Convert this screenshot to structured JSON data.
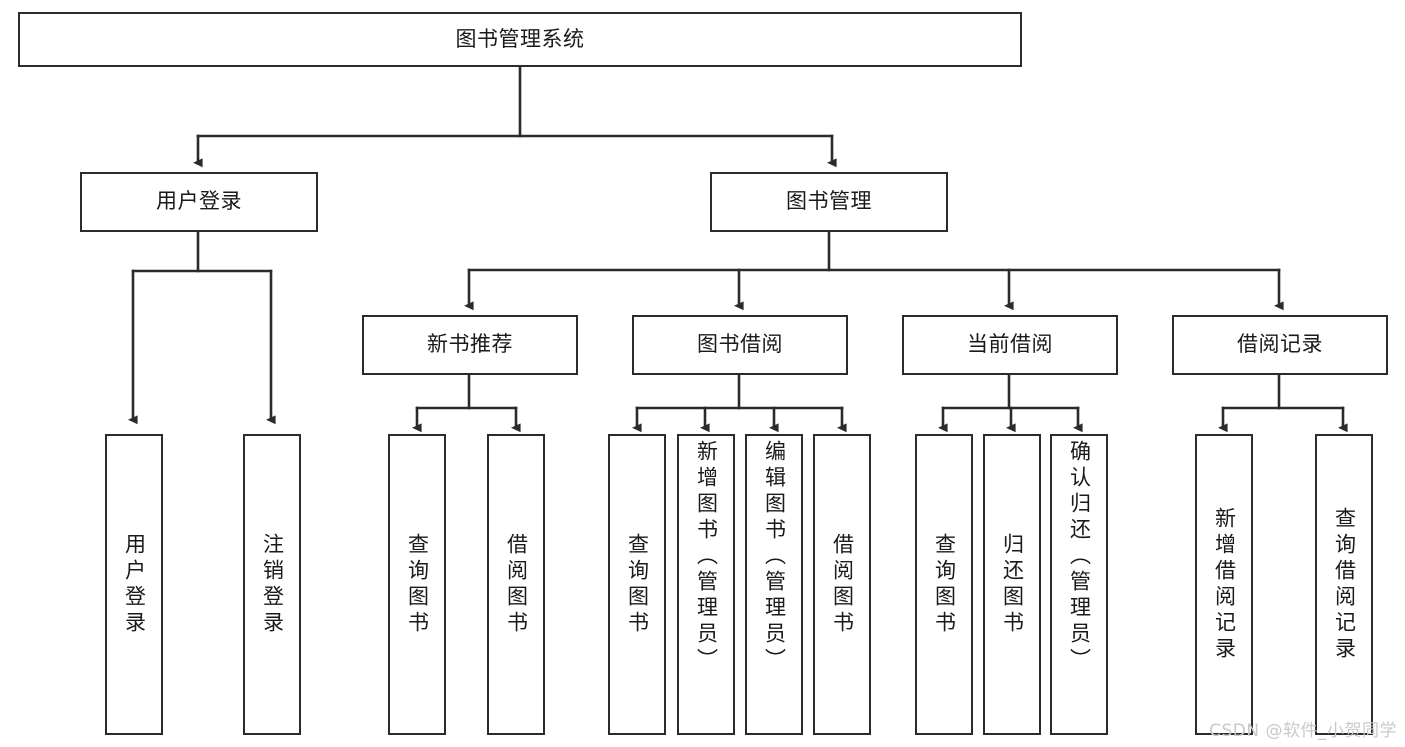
{
  "diagram": {
    "type": "tree-hierarchy-chart",
    "title": "图书管理系统",
    "watermark": "CSDN @软件_小贺同学",
    "colors": {
      "stroke": "#2b2b2b",
      "fill": "#ffffff",
      "text": "#1a1a1a",
      "watermark": "#c9c9c9"
    },
    "root": {
      "label": "图书管理系统"
    },
    "level1": [
      {
        "label": "用户登录"
      },
      {
        "label": "图书管理"
      }
    ],
    "level2": [
      {
        "label": "新书推荐"
      },
      {
        "label": "图书借阅"
      },
      {
        "label": "当前借阅"
      },
      {
        "label": "借阅记录"
      }
    ],
    "leaves": {
      "user_login": [
        {
          "label": "用户登录"
        },
        {
          "label": "注销登录"
        }
      ],
      "new_book_recommend": [
        {
          "label": "查询图书"
        },
        {
          "label": "借阅图书"
        }
      ],
      "book_borrow": [
        {
          "label": "查询图书"
        },
        {
          "label": "新增图书（管理员）"
        },
        {
          "label": "编辑图书（管理员）"
        },
        {
          "label": "借阅图书"
        }
      ],
      "current_borrow": [
        {
          "label": "查询图书"
        },
        {
          "label": "归还图书"
        },
        {
          "label": "确认归还（管理员）"
        }
      ],
      "borrow_record": [
        {
          "label": "新增借阅记录"
        },
        {
          "label": "查询借阅记录"
        }
      ]
    }
  }
}
